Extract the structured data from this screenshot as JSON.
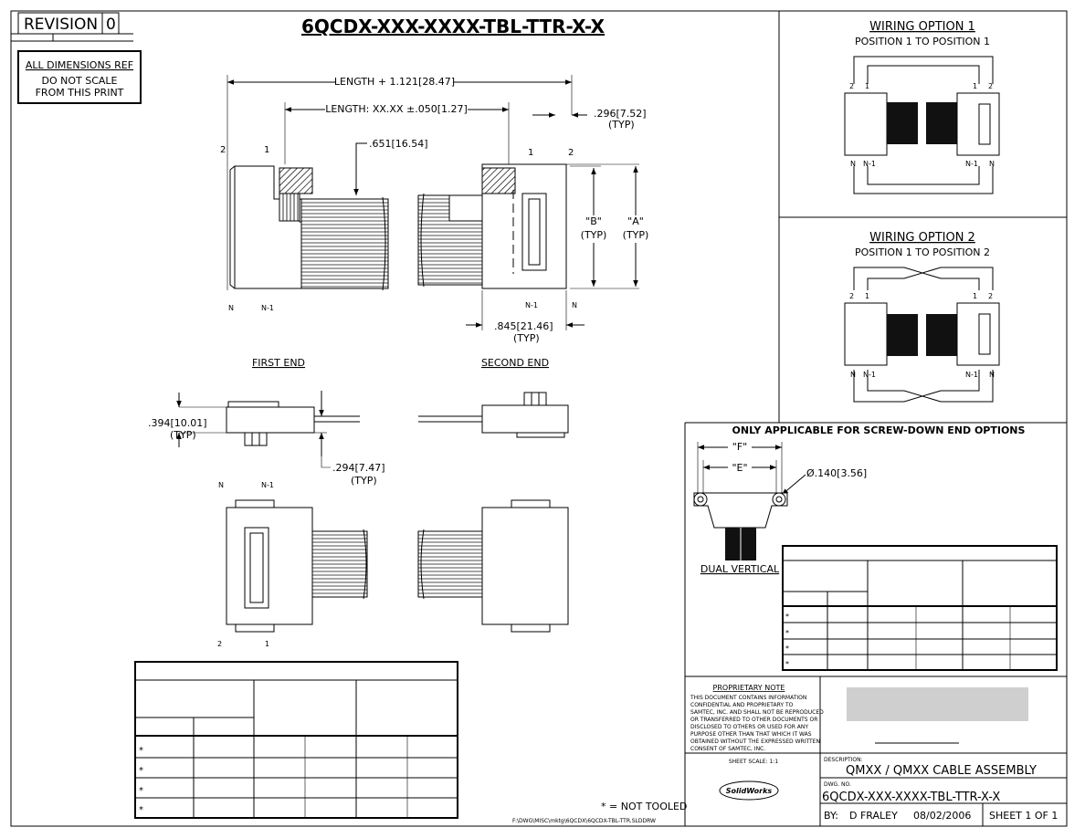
{
  "revision": {
    "label": "REVISION",
    "value": "0"
  },
  "title": "6QCDX-XXX-XXXX-TBL-TTR-X-X",
  "note_box": {
    "line1": "ALL DIMENSIONS REF",
    "line2": "DO NOT SCALE",
    "line3": "FROM THIS PRINT"
  },
  "dims": {
    "overall_length": "LENGTH + 1.121[28.47]",
    "length": "LENGTH: XX.XX ±.050[1.27]",
    "d_296": ".296[7.52]",
    "d_651": ".651[16.54]",
    "d_845": ".845[21.46]",
    "d_394": ".394[10.01]",
    "d_294": ".294[7.47]",
    "typ": "(TYP)",
    "B": "\"B\"",
    "A": "\"A\""
  },
  "pins": {
    "p1": "1",
    "p2": "2",
    "pN": "N",
    "pN1": "N-1"
  },
  "views": {
    "first_end": "FIRST END",
    "second_end": "SECOND END"
  },
  "wiring1": {
    "title": "WIRING OPTION 1",
    "subtitle": "POSITION 1 TO POSITION 1"
  },
  "wiring2": {
    "title": "WIRING OPTION 2",
    "subtitle": "POSITION 1 TO POSITION 2"
  },
  "screw": {
    "heading": "ONLY APPLICABLE FOR SCREW-DOWN END OPTIONS",
    "F": "\"F\"",
    "E": "\"E\"",
    "hole": "Ø.140[3.56]",
    "caption": "DUAL VERTICAL"
  },
  "table_marks": [
    "*",
    "*",
    "*",
    "*"
  ],
  "not_tooled": "* = NOT TOOLED",
  "file_path": "F:\\DWG\\MISC\\mktg\\6QCDX\\6QCDX-TBL-TTR.SLDDRW",
  "proprietary": {
    "title": "PROPRIETARY NOTE",
    "lines": [
      "THIS DOCUMENT CONTAINS INFORMATION",
      "CONFIDENTIAL AND PROPRIETARY TO",
      "SAMTEC, INC. AND SHALL NOT BE REPRODUCED",
      "OR TRANSFERRED TO OTHER DOCUMENTS OR",
      "DISCLOSED TO OTHERS OR USED FOR ANY",
      "PURPOSE OTHER THAN THAT WHICH IT WAS",
      "OBTAINED WITHOUT THE EXPRESSED WRITTEN",
      "CONSENT OF SAMTEC, INC."
    ]
  },
  "title_block": {
    "sheet_scale": "SHEET SCALE: 1:1",
    "logo": "SolidWorks",
    "desc_label": "DESCRIPTION:",
    "description": "QMXX / QMXX CABLE ASSEMBLY",
    "dwg_label": "DWG. NO.",
    "dwg_no": "6QCDX-XXX-XXXX-TBL-TTR-X-X",
    "by_label": "BY:",
    "by": "D FRALEY",
    "date": "08/02/2006",
    "sheet": "SHEET 1 OF 1"
  }
}
